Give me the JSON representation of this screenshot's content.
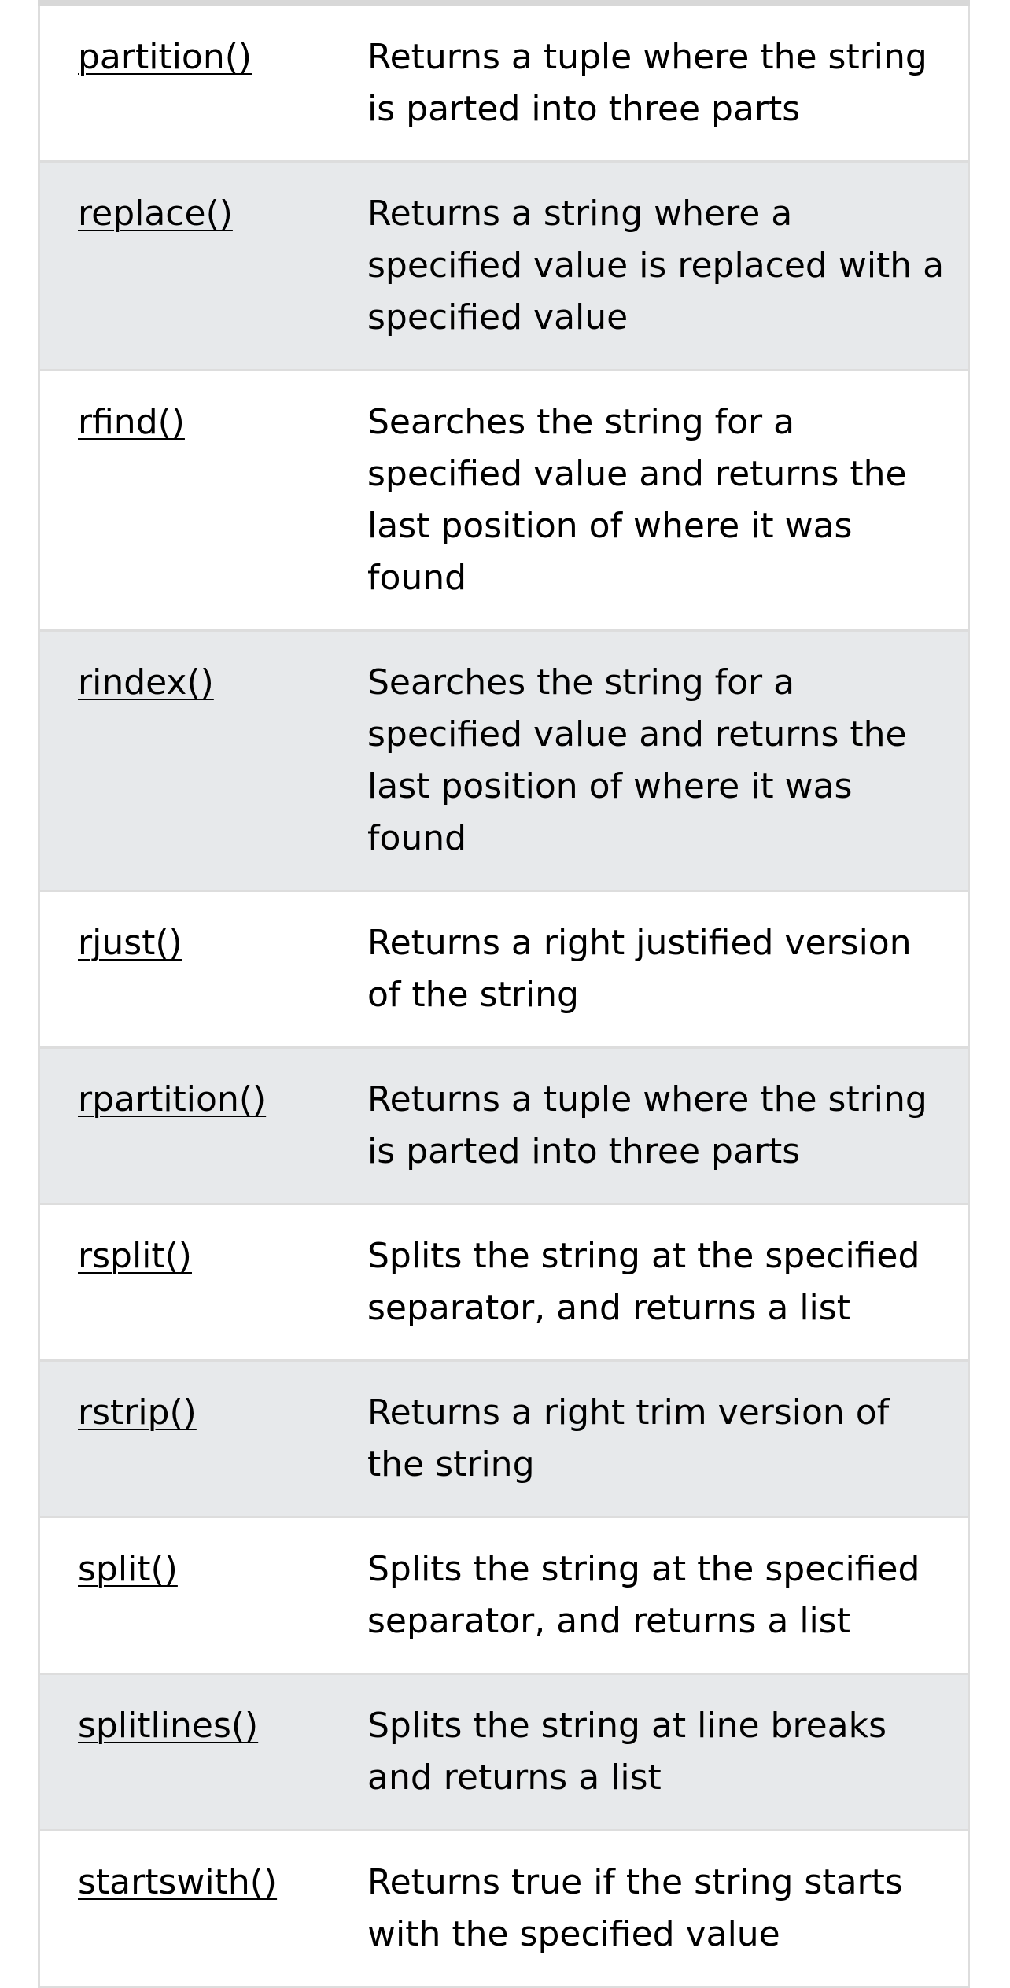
{
  "table": {
    "rows": [
      {
        "method": "partition()",
        "description": "Returns a tuple where the string is parted into three parts"
      },
      {
        "method": "replace()",
        "description": "Returns a string where a specified value is replaced with a specified value"
      },
      {
        "method": "rfind()",
        "description": "Searches the string for a specified value and returns the last position of where it was found"
      },
      {
        "method": "rindex()",
        "description": "Searches the string for a specified value and returns the last position of where it was found"
      },
      {
        "method": "rjust()",
        "description": "Returns a right justified version of the string"
      },
      {
        "method": "rpartition()",
        "description": "Returns a tuple where the string is parted into three parts"
      },
      {
        "method": "rsplit()",
        "description": "Splits the string at the specified separator, and returns a list"
      },
      {
        "method": "rstrip()",
        "description": "Returns a right trim version of the string"
      },
      {
        "method": "split()",
        "description": "Splits the string at the specified separator, and returns a list"
      },
      {
        "method": "splitlines()",
        "description": "Splits the string at line breaks and returns a list"
      },
      {
        "method": "startswith()",
        "description": "Returns true if the string starts with the specified value"
      }
    ]
  }
}
